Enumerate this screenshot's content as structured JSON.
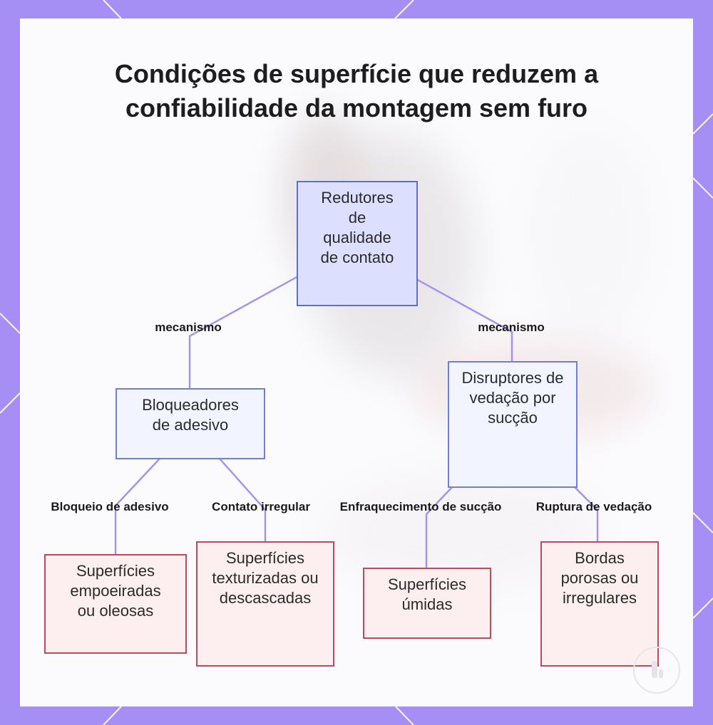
{
  "title": "Condições de superfície que reduzem a confiabilidade da montagem sem furo",
  "nodes": {
    "root": "Redutores de qualidade de contato",
    "adhesive_blockers": "Bloqueadores de adesivo",
    "suction_disruptors": "Disruptores de vedação por sucção",
    "dusty_oily": "Superfícies empoeiradas ou oleosas",
    "textured_peeling": "Superfícies texturizadas ou descascadas",
    "wet": "Superfícies úmidas",
    "porous_irregular": "Bordas porosas ou irregulares"
  },
  "edge_labels": {
    "mechanism_left": "mecanismo",
    "mechanism_right": "mecanismo",
    "adhesive_block": "Bloqueio de adesivo",
    "irregular_contact": "Contato irregular",
    "suction_weakening": "Enfraquecimento de sucção",
    "seal_rupture": "Ruptura de vedação"
  },
  "colors": {
    "frame": "#a58ff5",
    "edge": "#a58ff5",
    "root_fill": "#dcdffd",
    "category_border": "#6f7ed6",
    "leaf_border": "#c7475a",
    "leaf_fill": "#fdeef0"
  }
}
